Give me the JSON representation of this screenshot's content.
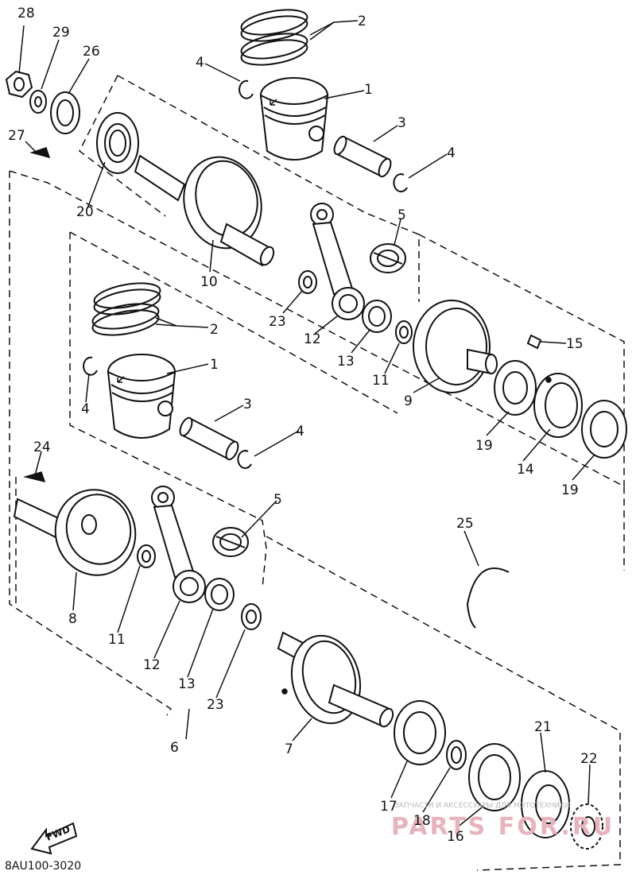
{
  "diagram": {
    "part_code": "8AU100-3020",
    "fwd_label": "FWD",
    "watermark_top": "ЗАПЧАСТИ И АКСЕССУАРЫ ДЛЯ МОТОТЕХНИКИ",
    "watermark_main": "PARTS FOR.RU",
    "callouts": {
      "c1a": "1",
      "c1b": "1",
      "c2a": "2",
      "c2b": "2",
      "c3a": "3",
      "c3b": "3",
      "c4a": "4",
      "c4b": "4",
      "c4c": "4",
      "c4d": "4",
      "c5a": "5",
      "c5b": "5",
      "c6": "6",
      "c7": "7",
      "c8": "8",
      "c9": "9",
      "c10": "10",
      "c11a": "11",
      "c11b": "11",
      "c12a": "12",
      "c12b": "12",
      "c13a": "13",
      "c13b": "13",
      "c14": "14",
      "c15": "15",
      "c16": "16",
      "c17": "17",
      "c18": "18",
      "c19a": "19",
      "c19b": "19",
      "c20": "20",
      "c21": "21",
      "c22": "22",
      "c23a": "23",
      "c23b": "23",
      "c24": "24",
      "c25": "25",
      "c26": "26",
      "c27": "27",
      "c28": "28",
      "c29": "29"
    }
  }
}
